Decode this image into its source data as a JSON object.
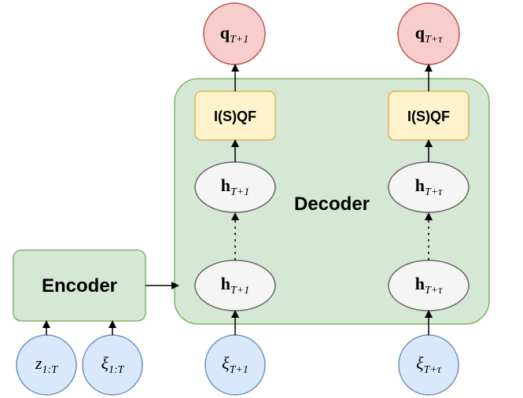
{
  "diagram": {
    "encoder_label": "Encoder",
    "decoder_label": "Decoder",
    "iqf_label": "I(S)QF",
    "inputs": {
      "z": {
        "base": "z",
        "sub": "1:T"
      },
      "xi_hist": {
        "base": "ξ",
        "sub": "1:T"
      },
      "xi_next": {
        "base": "ξ",
        "sub": "T+1"
      },
      "xi_tau": {
        "base": "ξ",
        "sub": "T+τ"
      }
    },
    "hidden": {
      "h_next": {
        "base": "h",
        "sub": "T+1"
      },
      "h_tau": {
        "base": "h",
        "sub": "T+τ"
      }
    },
    "outputs": {
      "q_next": {
        "base": "q",
        "sub": "T+1"
      },
      "q_tau": {
        "base": "q",
        "sub": "T+τ"
      }
    },
    "colors": {
      "output_fill": "#f8cecc",
      "output_stroke": "#b85450",
      "box_fill": "#d5e8d4",
      "box_stroke": "#82b366",
      "iqf_fill": "#fff2cc",
      "iqf_stroke": "#d6b656",
      "hidden_fill": "#f5f5f5",
      "hidden_stroke": "#666666",
      "input_fill": "#dae8fc",
      "input_stroke": "#6c8ebf"
    }
  }
}
